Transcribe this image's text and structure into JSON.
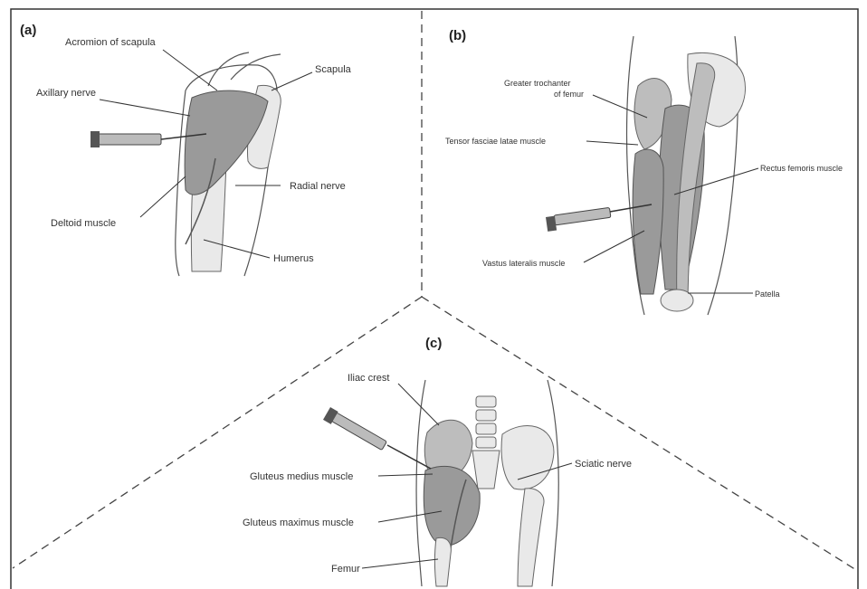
{
  "panels": {
    "a": {
      "label": "(a)",
      "annotations": {
        "acromion": "Acromion of scapula",
        "scapula": "Scapula",
        "axillary_nerve": "Axillary nerve",
        "radial_nerve": "Radial nerve",
        "deltoid": "Deltoid muscle",
        "humerus": "Humerus"
      }
    },
    "b": {
      "label": "(b)",
      "annotations": {
        "greater_trochanter_1": "Greater trochanter",
        "greater_trochanter_2": "of femur",
        "tensor": "Tensor fasciae latae muscle",
        "rectus": "Rectus femoris muscle",
        "vastus": "Vastus lateralis muscle",
        "patella": "Patella"
      }
    },
    "c": {
      "label": "(c)",
      "annotations": {
        "iliac_crest": "Iliac crest",
        "gluteus_medius": "Gluteus medius muscle",
        "sciatic_nerve": "Sciatic nerve",
        "gluteus_maximus": "Gluteus maximus muscle",
        "femur": "Femur"
      }
    }
  },
  "colors": {
    "line": "#333333",
    "muscle": "#9a9a9a",
    "background": "#ffffff"
  }
}
